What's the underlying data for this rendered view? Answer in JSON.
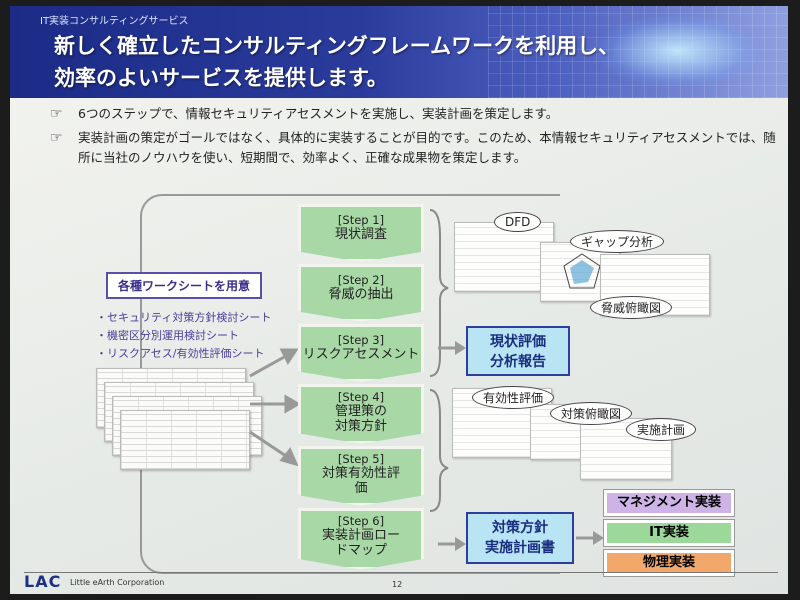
{
  "header": {
    "subtitle": "IT実装コンサルティングサービス",
    "title_line1": "新しく確立したコンサルティングフレームワークを利用し、",
    "title_line2": "効率のよいサービスを提供します。"
  },
  "bullets": [
    "6つのステップで、情報セキュリティアセスメントを実施し、実装計画を策定します。",
    "実装計画の策定がゴールではなく、具体的に実装することが目的です。このため、本情報セキュリティアセスメントでは、随所に当社のノウハウを使い、短期間で、効率よく、正確な成果物を策定します。"
  ],
  "worksheets": {
    "title": "各種ワークシートを用意",
    "items": [
      "・セキュリティ対策方針検討シート",
      "・機密区分別運用検討シート",
      "・リスクアセス/有効性評価シート"
    ]
  },
  "steps": [
    {
      "num": "[Step 1]",
      "name": "現状調査"
    },
    {
      "num": "[Step 2]",
      "name": "脅威の抽出"
    },
    {
      "num": "[Step 3]",
      "name": "リスクアセスメント"
    },
    {
      "num": "[Step 4]",
      "name": "管理策の対策方針"
    },
    {
      "num": "[Step 5]",
      "name": "対策有効性評価"
    },
    {
      "num": "[Step 6]",
      "name": "実装計画ロードマップ"
    }
  ],
  "reports": {
    "report1_line1": "現状評価",
    "report1_line2": "分析報告",
    "report2_line1": "対策方針",
    "report2_line2": "実施計画書"
  },
  "callouts": {
    "dfd": "DFD",
    "gap": "ギャップ分析",
    "threat": "脅威俯瞰図",
    "effect": "有効性評価",
    "measure": "対策俯瞰図",
    "plan": "実施計画"
  },
  "implementations": [
    {
      "label": "マネジメント実装",
      "color": "#cdb3e6"
    },
    {
      "label": "IT実装",
      "color": "#9bd89a"
    },
    {
      "label": "物理実装",
      "color": "#f2a86a"
    }
  ],
  "footer": {
    "logo": "LAC",
    "corp": "Little eArth Corporation",
    "page": "12"
  },
  "colors": {
    "header": "#1b2b86",
    "step_fill": "#a9d8a7",
    "report_fill": "#b9e4f4"
  }
}
